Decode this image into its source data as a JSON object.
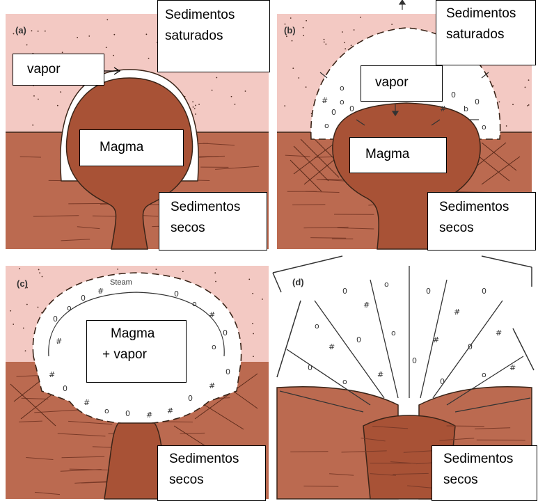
{
  "figure": {
    "panel_a": {
      "letter": "(a)",
      "top_label": [
        "Sedimentos",
        "saturados"
      ],
      "vapor_label": "vapor",
      "magma_label": "Magma",
      "bottom_label": [
        "Sedimentos",
        "secos"
      ]
    },
    "panel_b": {
      "letter": "(b)",
      "top_label": [
        "Sedimentos",
        "saturados"
      ],
      "vapor_label": "vapor",
      "magma_label": "Magma",
      "bottom_label": [
        "Sedimentos",
        "secos"
      ]
    },
    "panel_c": {
      "letter": "(c)",
      "steam_label": "Steam",
      "magma_label": [
        "Magma",
        "+ vapor"
      ],
      "bottom_label": [
        "Sedimentos",
        "secos"
      ]
    },
    "panel_d": {
      "letter": "(d)",
      "bottom_label": [
        "Sedimentos",
        "secos"
      ]
    }
  },
  "colors": {
    "saturated_sediment": "#f3c9c3",
    "dry_sediment": "#bb6a50",
    "magma": "#a85236",
    "strata_lines": "#7a3a28",
    "outline": "#3a2418"
  }
}
